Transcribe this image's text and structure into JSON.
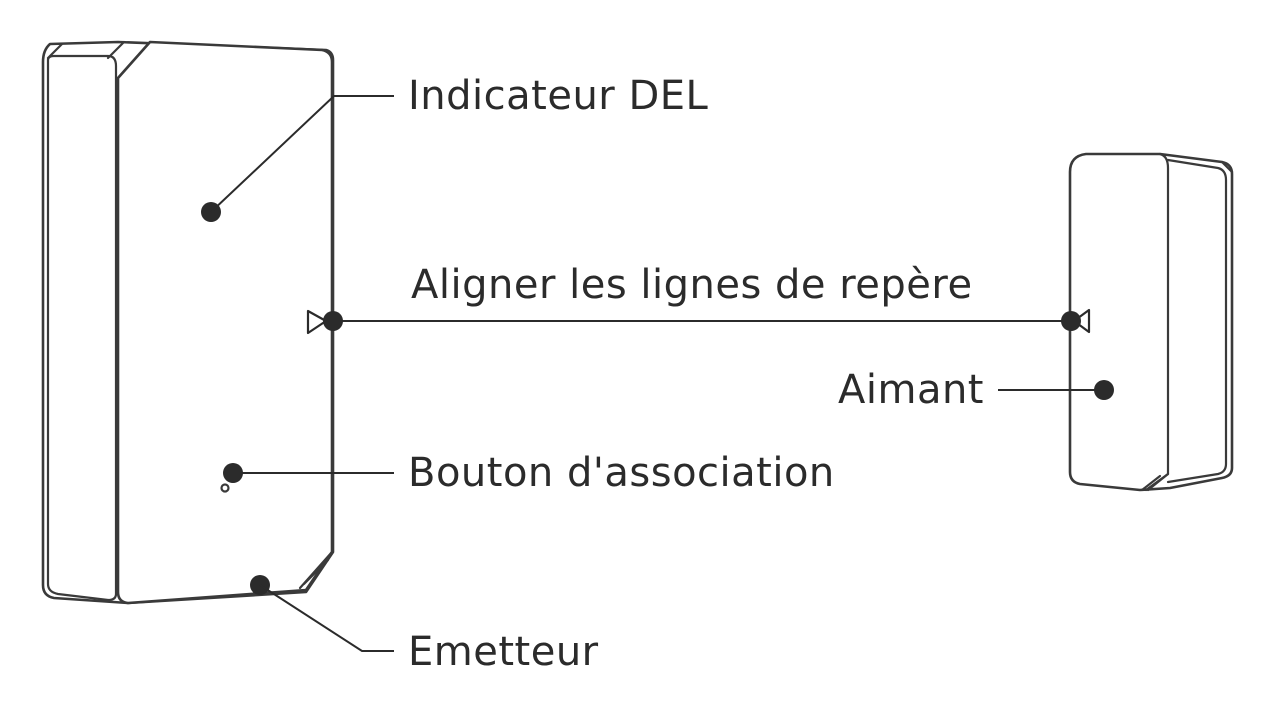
{
  "labels": {
    "led": "Indicateur DEL",
    "align": "Aligner les lignes de repère",
    "magnet": "Aimant",
    "pairing": "Bouton d'association",
    "transmitter": "Emetteur"
  },
  "colors": {
    "stroke": "#3a3a3a",
    "text": "#2b2b2b",
    "background": "#ffffff"
  }
}
